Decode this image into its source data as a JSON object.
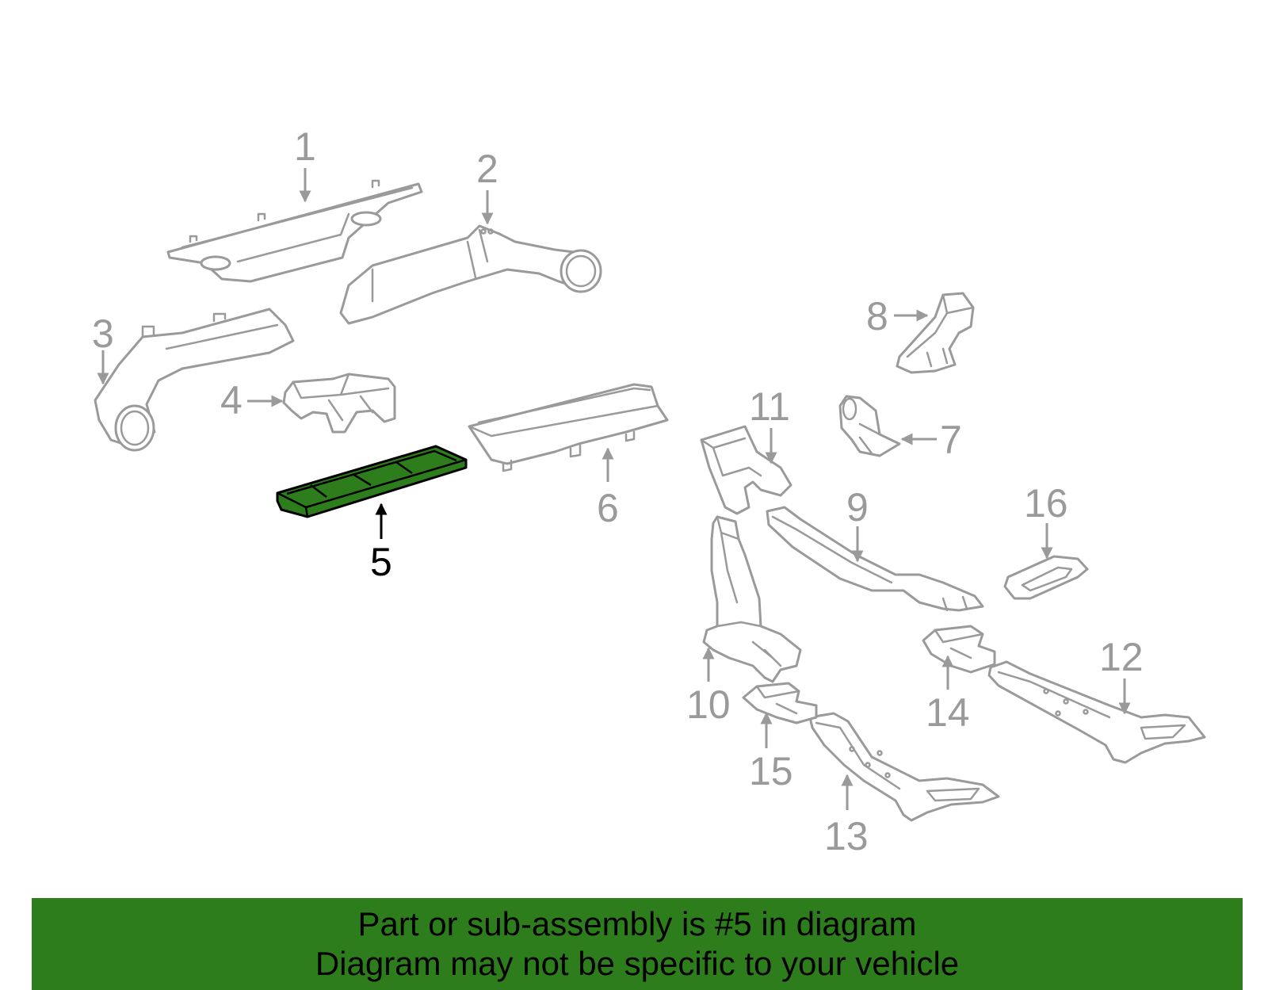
{
  "diagram": {
    "highlighted_part": "5",
    "colors": {
      "highlight_fill": "#2e7d1c",
      "part_stroke": "#9a9a9a",
      "highlight_stroke": "#000000"
    },
    "callouts": [
      {
        "id": "1",
        "label": "1"
      },
      {
        "id": "2",
        "label": "2"
      },
      {
        "id": "3",
        "label": "3"
      },
      {
        "id": "4",
        "label": "4"
      },
      {
        "id": "5",
        "label": "5"
      },
      {
        "id": "6",
        "label": "6"
      },
      {
        "id": "7",
        "label": "7"
      },
      {
        "id": "8",
        "label": "8"
      },
      {
        "id": "9",
        "label": "9"
      },
      {
        "id": "10",
        "label": "10"
      },
      {
        "id": "11",
        "label": "11"
      },
      {
        "id": "12",
        "label": "12"
      },
      {
        "id": "13",
        "label": "13"
      },
      {
        "id": "14",
        "label": "14"
      },
      {
        "id": "15",
        "label": "15"
      },
      {
        "id": "16",
        "label": "16"
      }
    ]
  },
  "banner": {
    "line1": "Part or sub-assembly is #5 in diagram",
    "line2": "Diagram may not be specific to your vehicle",
    "background": "#2e7d1c"
  }
}
